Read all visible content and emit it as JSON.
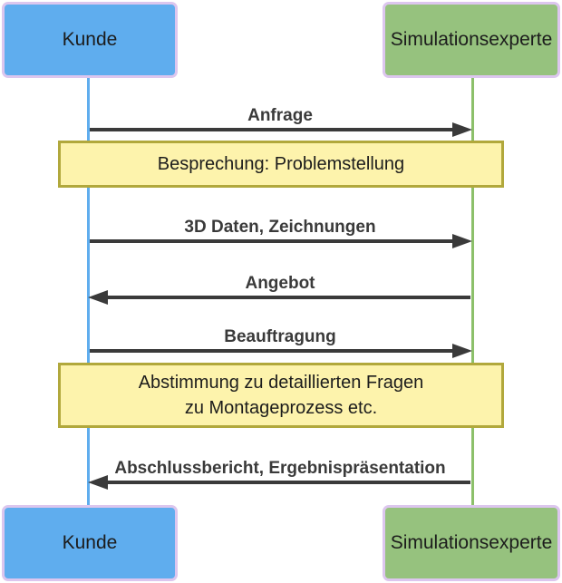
{
  "actors": {
    "top_left": "Kunde",
    "top_right": "Simulationsexperte",
    "bottom_left": "Kunde",
    "bottom_right": "Simulationsexperte"
  },
  "messages": [
    {
      "label": "Anfrage",
      "direction": "right"
    },
    {
      "label": "3D Daten, Zeichnungen",
      "direction": "right"
    },
    {
      "label": "Angebot",
      "direction": "left"
    },
    {
      "label": "Beauftragung",
      "direction": "right"
    },
    {
      "label": "Abschlussbericht, Ergebnispräsentation",
      "direction": "left"
    }
  ],
  "notes": [
    {
      "lines": [
        "Besprechung: Problemstellung"
      ]
    },
    {
      "lines": [
        "Abstimmung zu detaillierten Fragen",
        "zu Montageprozess etc."
      ]
    }
  ],
  "colors": {
    "customer_fill": "#5fadee",
    "expert_fill": "#96c27e",
    "actor_border": "#dcc6ee",
    "lifeline_customer": "#5fadee",
    "lifeline_expert": "#8cc06a",
    "note_fill": "#fdf3ac",
    "note_border": "#b1a83c",
    "arrow": "#3a3a3a"
  }
}
